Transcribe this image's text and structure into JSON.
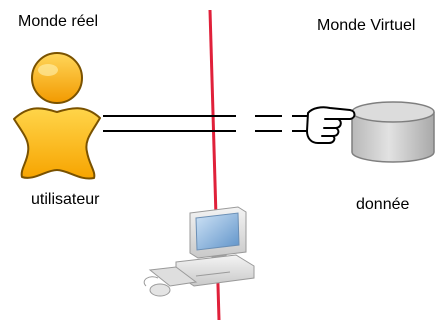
{
  "labels": {
    "real_world": "Monde réel",
    "virtual_world": "Monde Virtuel",
    "user": "utilisateur",
    "data": "donnée"
  },
  "icons": {
    "user": "user-icon",
    "hand": "pointing-hand-icon",
    "data": "database-icon",
    "computer": "computer-icon"
  },
  "colors": {
    "divider": "#e0203a",
    "user_head": "#f7a800",
    "user_body": "#ffc21a",
    "user_outline": "#7a5200",
    "database": "#c9c9c9",
    "database_outline": "#7f7f7f"
  }
}
